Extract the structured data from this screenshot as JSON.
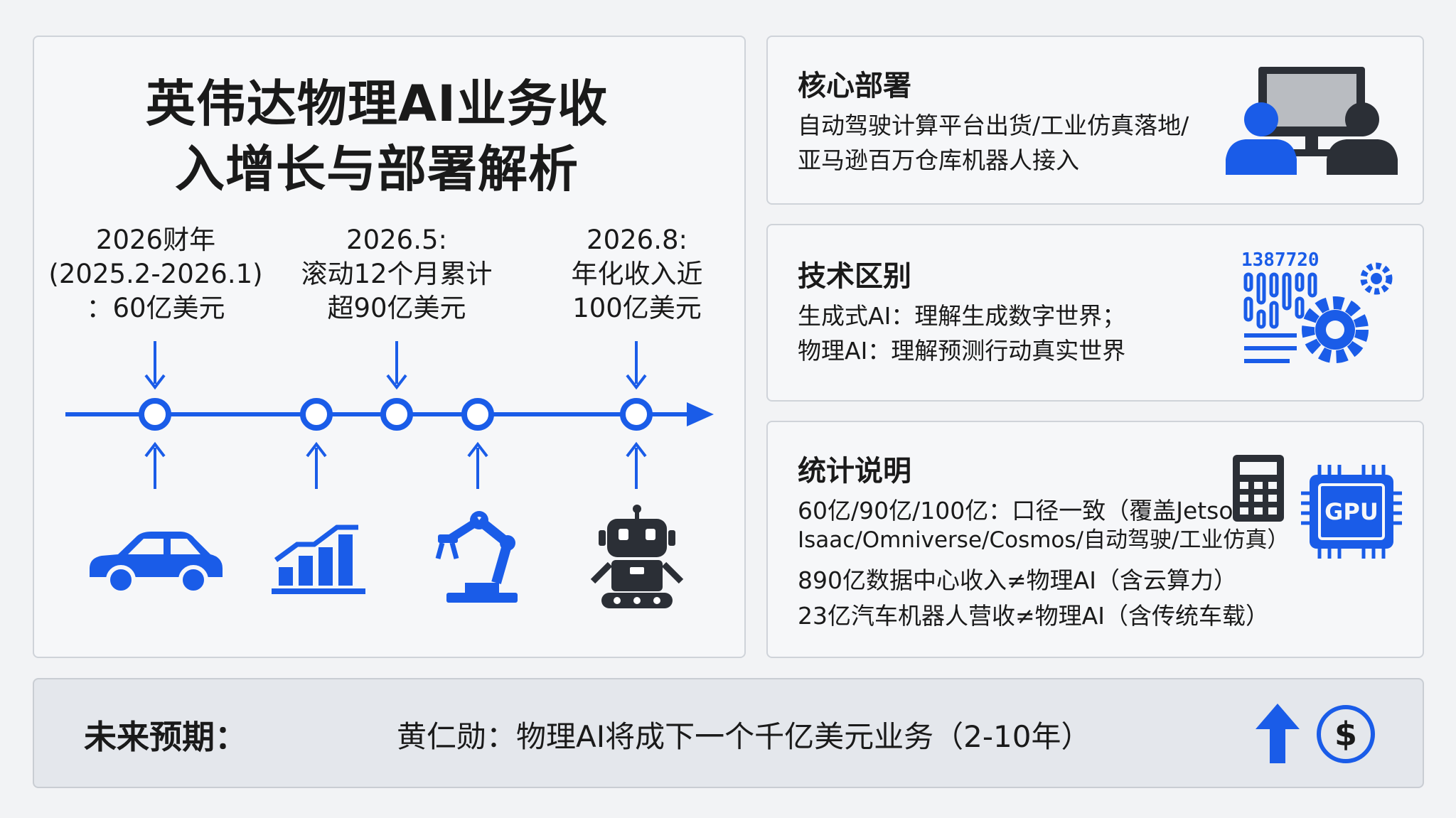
{
  "title_line1": "英伟达物理AI业务收",
  "title_line2": "入增长与部署解析",
  "milestones": [
    {
      "lines": [
        "2026财年",
        "(2025.2-2026.1)",
        "：60亿美元"
      ]
    },
    {
      "lines": [
        "2026.5:",
        "滚动12个月累计",
        "超90亿美元"
      ]
    },
    {
      "lines": [
        "2026.8:",
        "年化收入近",
        "100亿美元"
      ]
    }
  ],
  "icons": {
    "timeline": [
      "car-icon",
      "bar-chart-icon",
      "robot-arm-icon",
      "robot-icon"
    ],
    "core": "people-monitor-icon",
    "tech": "data-gear-icon",
    "stats": [
      "calculator-icon",
      "gpu-chip-icon"
    ],
    "future": [
      "up-arrow-icon",
      "dollar-icon"
    ]
  },
  "gpu_label": "GPU",
  "tech_digits": "1387720",
  "core": {
    "title": "核心部署",
    "lines": [
      "自动驾驶计算平台出货/工业仿真落地/",
      "亚马逊百万仓库机器人接入"
    ]
  },
  "tech": {
    "title": "技术区别",
    "lines": [
      "生成式AI：理解生成数字世界；",
      "物理AI：理解预测行动真实世界"
    ]
  },
  "stats": {
    "title": "统计说明",
    "lines": [
      "60亿/90亿/100亿：口径一致（覆盖Jetson/",
      "Isaac/Omniverse/Cosmos/自动驾驶/工业仿真）",
      "890亿数据中心收入≠物理AI（含云算力）",
      "23亿汽车机器人营收≠物理AI（含传统车载）"
    ]
  },
  "future": {
    "label": "未来预期：",
    "text": "黄仁勋：物理AI将成下一个千亿美元业务（2-10年）"
  },
  "colors": {
    "accent": "#1a5ce8",
    "dark": "#2b2f36",
    "panel": "#f6f7f9",
    "bar": "#e4e7ec"
  }
}
